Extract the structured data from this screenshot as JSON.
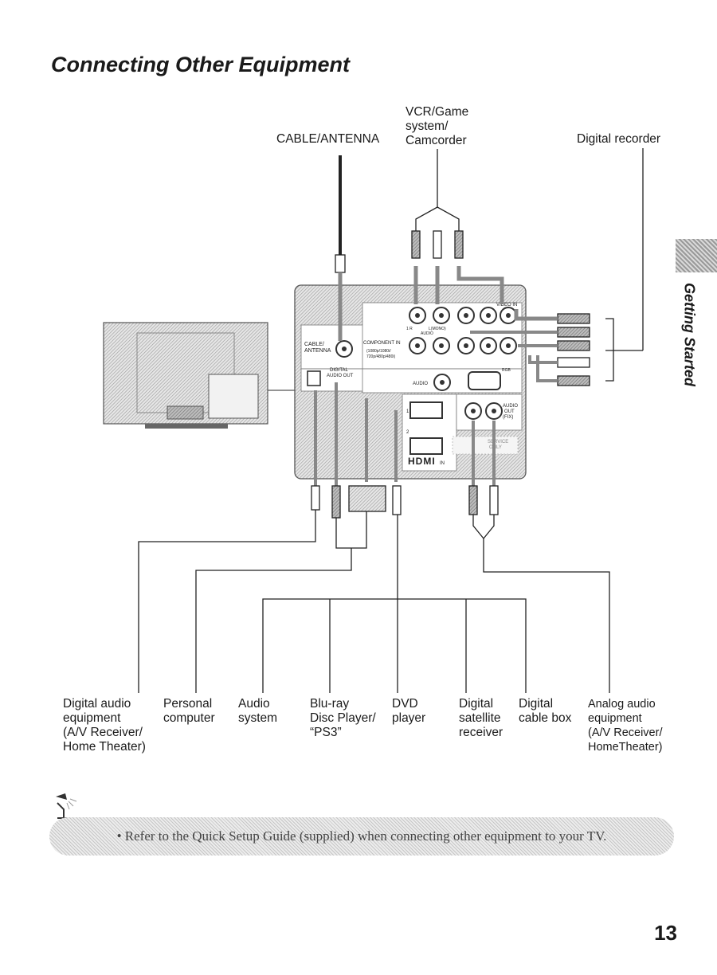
{
  "title": "Connecting Other Equipment",
  "section_tab": "Getting Started",
  "top_labels": {
    "cable_antenna": "CABLE/ANTENNA",
    "vcr": "VCR/Game\nsystem/\nCamcorder",
    "digital_recorder": "Digital recorder"
  },
  "panel_labels": {
    "cable_antenna": "CABLE/\nANTENNA",
    "component_in": "COMPONENT IN",
    "component_res": "(1080p/1080i/\n720p/480p/480i)",
    "audio_l_mono": "L(MONO)",
    "audio_r": "R",
    "audio": "AUDIO",
    "video_in": "VIDEO IN",
    "digital_audio_out": "DIGITAL\nAUDIO OUT",
    "pc_audio": "AUDIO",
    "rgb": "RGB",
    "audio_out_fix": "AUDIO\nOUT\n(FIX)",
    "service_only": "SERVICE\nONLY",
    "hdmi": "HDMI",
    "hdmi_in": "IN",
    "port_1": "1",
    "port_2": "2"
  },
  "bottom_labels": [
    {
      "id": "digital-audio-equipment",
      "text": "Digital audio\nequipment\n(A/V Receiver/\nHome Theater)"
    },
    {
      "id": "personal-computer",
      "text": "Personal\ncomputer"
    },
    {
      "id": "audio-system",
      "text": "Audio\nsystem"
    },
    {
      "id": "blu-ray",
      "text": "Blu-ray\nDisc Player/\n“PS3”"
    },
    {
      "id": "dvd-player",
      "text": "DVD\nplayer"
    },
    {
      "id": "digital-satellite",
      "text": "Digital\nsatellite\nreceiver"
    },
    {
      "id": "digital-cable-box",
      "text": "Digital\ncable box"
    },
    {
      "id": "analog-audio",
      "text": "Analog audio\nequipment\n(A/V Receiver/\nHomeTheater)"
    }
  ],
  "note": "• Refer to the Quick Setup Guide (supplied) when connecting other equipment to your TV.",
  "page_number": "13",
  "icons": [
    "tip-lamp-icon"
  ]
}
